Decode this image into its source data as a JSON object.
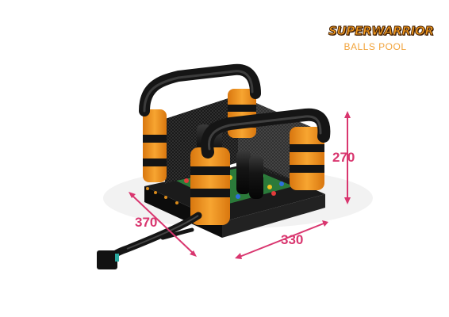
{
  "brand": {
    "title": "SUPERWARRIOR",
    "subtitle": "BALLS POOL"
  },
  "dimensions": {
    "height": "270",
    "depth": "370",
    "width": "330"
  },
  "colors": {
    "accent": "#d9366f",
    "inflatable_orange": "#f39a1e",
    "inflatable_black": "#151515",
    "brand_orange": "#f2a33a"
  }
}
